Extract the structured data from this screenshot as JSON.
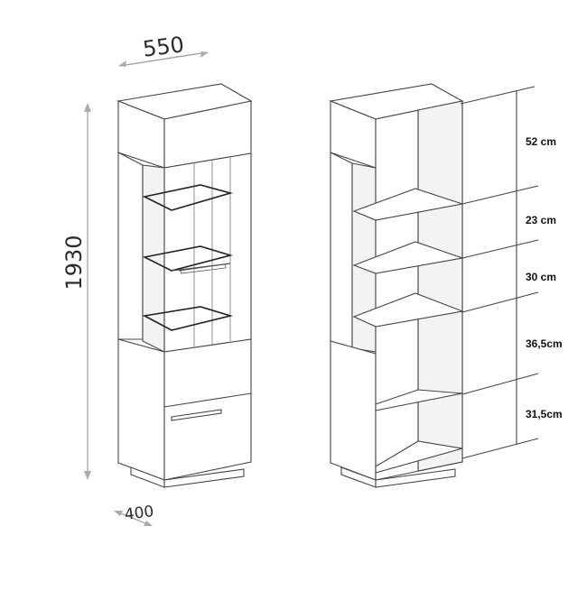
{
  "dimensions": {
    "width": "550",
    "height": "1930",
    "depth": "400"
  },
  "shelf_spacings": [
    "52 cm",
    "23 cm",
    "30 cm",
    "36,5cm",
    "31,5cm"
  ],
  "colors": {
    "line": "#444444",
    "glass_edge": "#222222",
    "arrow": "#999999"
  }
}
